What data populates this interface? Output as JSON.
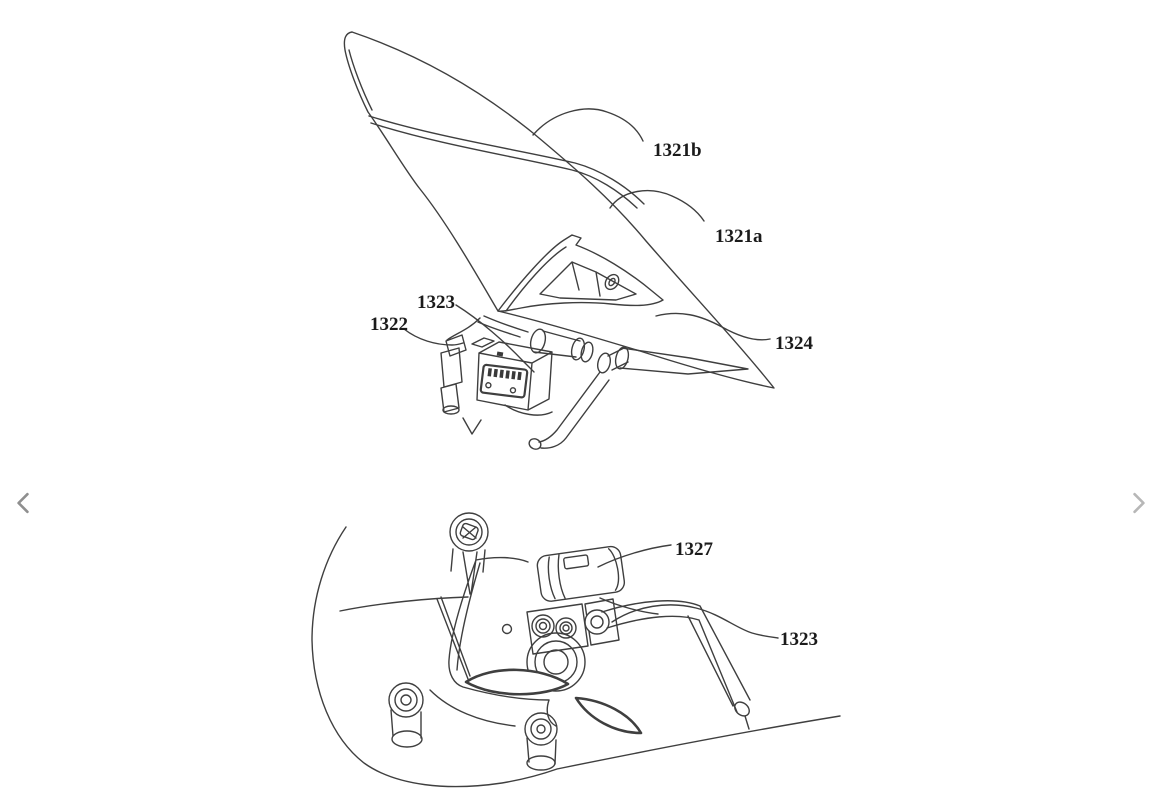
{
  "canvas": {
    "background": "#ffffff",
    "line_color": "#3f3f3f",
    "label_color": "#1b1b1b"
  },
  "nav": {
    "prev_icon": "chevron-left",
    "next_icon": "chevron-right",
    "prev_color": "#8f8f8f",
    "next_color": "#b7b7b7"
  },
  "figure_top": {
    "labels": {
      "ref_1321b": "1321b",
      "ref_1321a": "1321a",
      "ref_1324": "1324",
      "ref_1323": "1323",
      "ref_1322": "1322"
    }
  },
  "figure_bottom": {
    "labels": {
      "ref_1327": "1327",
      "ref_1323": "1323"
    }
  }
}
